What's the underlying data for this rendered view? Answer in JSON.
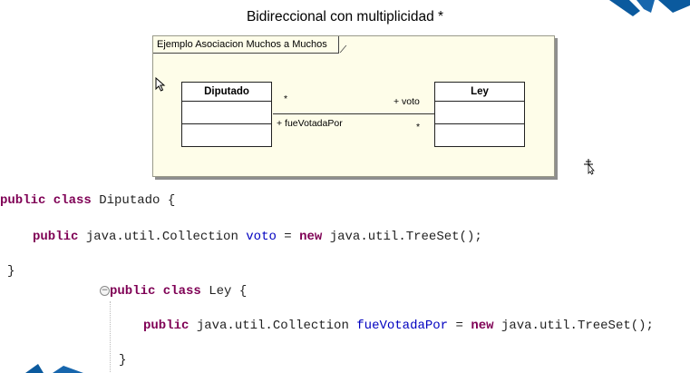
{
  "slide": {
    "title": "Bidireccional con multiplicidad *"
  },
  "diagram": {
    "frame_label": "Ejemplo Asociacion Muchos a Muchos",
    "class_left": {
      "name": "Diputado"
    },
    "class_right": {
      "name": "Ley"
    },
    "association": {
      "left_multiplicity": "*",
      "left_role": "+ fueVotadaPor",
      "right_role": "+ voto",
      "right_multiplicity": "*"
    },
    "background_color": "#fefde9"
  },
  "code": {
    "class1": {
      "decl_keywords": "public class",
      "decl_name": " Diputado {",
      "field_keyword": "public",
      "field_type": " java.util.Collection ",
      "field_name": "voto",
      "field_eq": " = ",
      "field_new": "new",
      "field_init": " java.util.TreeSet();",
      "close": "}"
    },
    "class2": {
      "decl_keywords": "public class",
      "decl_name": " Ley {",
      "field_keyword": "public",
      "field_type": " java.util.Collection ",
      "field_name": "fueVotadaPor",
      "field_eq": " = ",
      "field_new": "new",
      "field_init": " java.util.TreeSet();",
      "close": "}"
    },
    "fold_marker": "−",
    "keyword_color": "#7f0055",
    "field_color": "#0000c0"
  },
  "icons": [
    "arrow-cursor-icon",
    "move-cursor-icon",
    "fold-toggle-icon"
  ]
}
